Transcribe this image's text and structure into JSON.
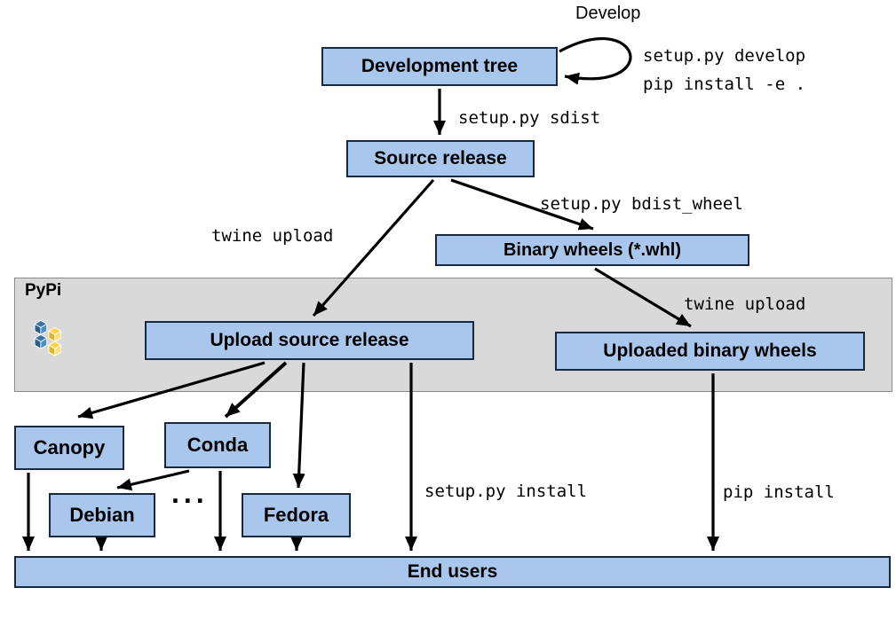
{
  "diagram": {
    "nodes": {
      "development_tree": {
        "label": "Development tree"
      },
      "source_release": {
        "label": "Source release"
      },
      "binary_wheels": {
        "label": "Binary wheels (*.whl)"
      },
      "upload_source_release": {
        "label": "Upload source release"
      },
      "uploaded_binary_wheels": {
        "label": "Uploaded binary wheels"
      },
      "canopy": {
        "label": "Canopy"
      },
      "conda": {
        "label": "Conda"
      },
      "debian": {
        "label": "Debian"
      },
      "fedora": {
        "label": "Fedora"
      },
      "end_users": {
        "label": "End users"
      }
    },
    "labels": {
      "develop": "Develop",
      "setup_develop": "setup.py develop",
      "pip_install_e": "pip install -e .",
      "sdist": "setup.py sdist",
      "twine_upload_source": "twine upload",
      "bdist_wheel": "setup.py bdist_wheel",
      "twine_upload_wheels": "twine upload",
      "setup_install": "setup.py install",
      "pip_install": "pip install",
      "pypi": "PyPi",
      "ellipsis": "..."
    },
    "colors": {
      "node_fill": "#a9c6ec",
      "band_fill": "#d9d9d9",
      "arrow": "#000000",
      "logo_blue": "#3775a9",
      "logo_yellow": "#ffd343"
    }
  }
}
